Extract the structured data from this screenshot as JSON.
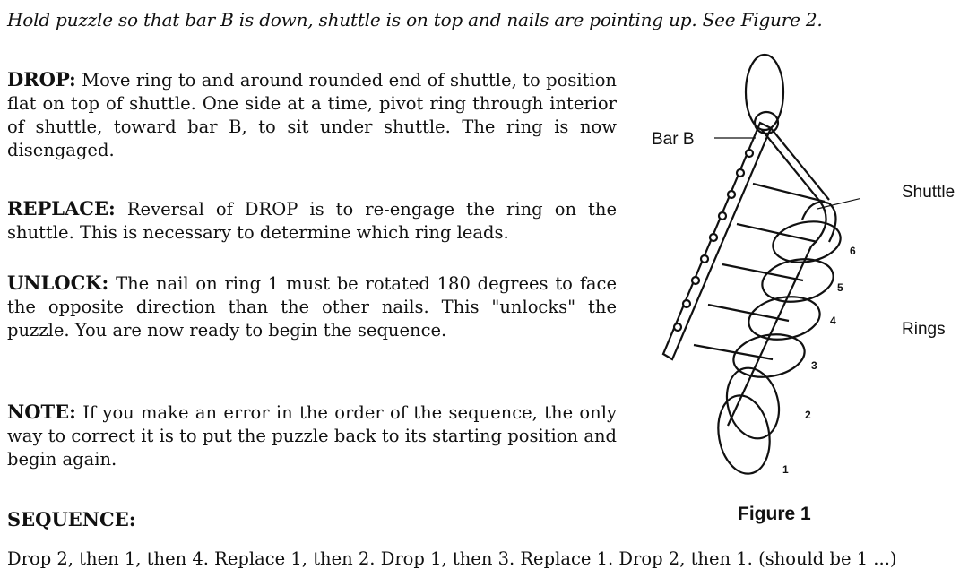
{
  "intro": "Hold puzzle so that bar B is down, shuttle is on top and nails are pointing up. See Figure 2.",
  "paragraphs": {
    "drop": {
      "heading": "DROP:",
      "body": " Move ring to and around rounded end of shuttle, to position flat on top of shuttle. One side at a time, pivot ring through interior of shuttle, toward bar B, to sit under shuttle. The ring is now disengaged."
    },
    "replace": {
      "heading": "REPLACE:",
      "body": " Reversal of DROP is to re-engage the ring on the shuttle. This is necessary to determine which ring leads."
    },
    "unlock": {
      "heading": "UNLOCK:",
      "body": " The nail on ring 1 must be rotated 180 degrees to face the opposite direction than the other nails. This \"unlocks\" the puzzle. You are now ready to begin the sequence."
    },
    "note": {
      "heading": "NOTE:",
      "body": " If you make an error in the order of the sequence, the only way to correct it is to put the puzzle back to its starting position and begin again."
    }
  },
  "sequence": {
    "heading": "SEQUENCE:",
    "text": "Drop 2, then 1, then 4. Replace 1, then 2. Drop 1, then 3. Replace 1. Drop 2, then 1. (should be 1 ...)"
  },
  "figure": {
    "caption": "Figure 1",
    "labels": {
      "bar_b": "Bar B",
      "shuttle": "Shuttle",
      "rings": "Rings"
    },
    "ring_numbers": [
      "1",
      "2",
      "3",
      "4",
      "5",
      "6"
    ]
  }
}
